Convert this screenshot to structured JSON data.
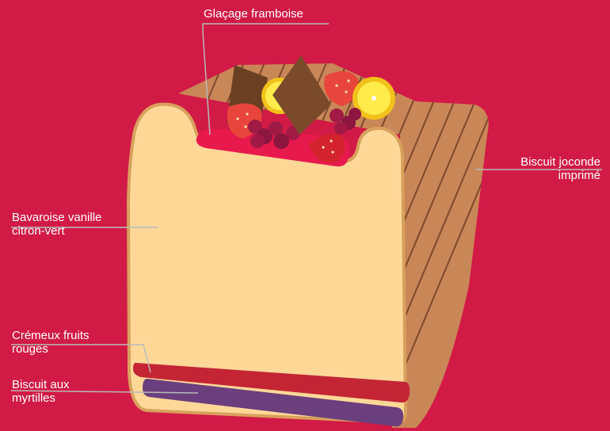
{
  "background_color": "#d21a46",
  "colors": {
    "joconde": "#c98657",
    "joconde_stripe": "#7d4a2c",
    "border": "#d9a05c",
    "bavaroise": "#ffd898",
    "cremeux": "#c42535",
    "biscuit_myrtilles": "#6b3f7d",
    "glacage": "#e8194c",
    "leader_line": "#b9b9b9"
  },
  "labels": {
    "glacage": [
      "Glaçage framboise"
    ],
    "joconde": [
      "Biscuit joconde",
      "imprimé"
    ],
    "bavaroise": [
      "Bavaroise vanille",
      "citron-vert"
    ],
    "cremeux": [
      "Crémeux fruits",
      "rouges"
    ],
    "myrtilles": [
      "Biscuit aux",
      "myrtilles"
    ]
  },
  "decorations": [
    "strawberry-icon",
    "raspberry-icon",
    "lemon-slice-icon",
    "chocolate-square-icon"
  ]
}
